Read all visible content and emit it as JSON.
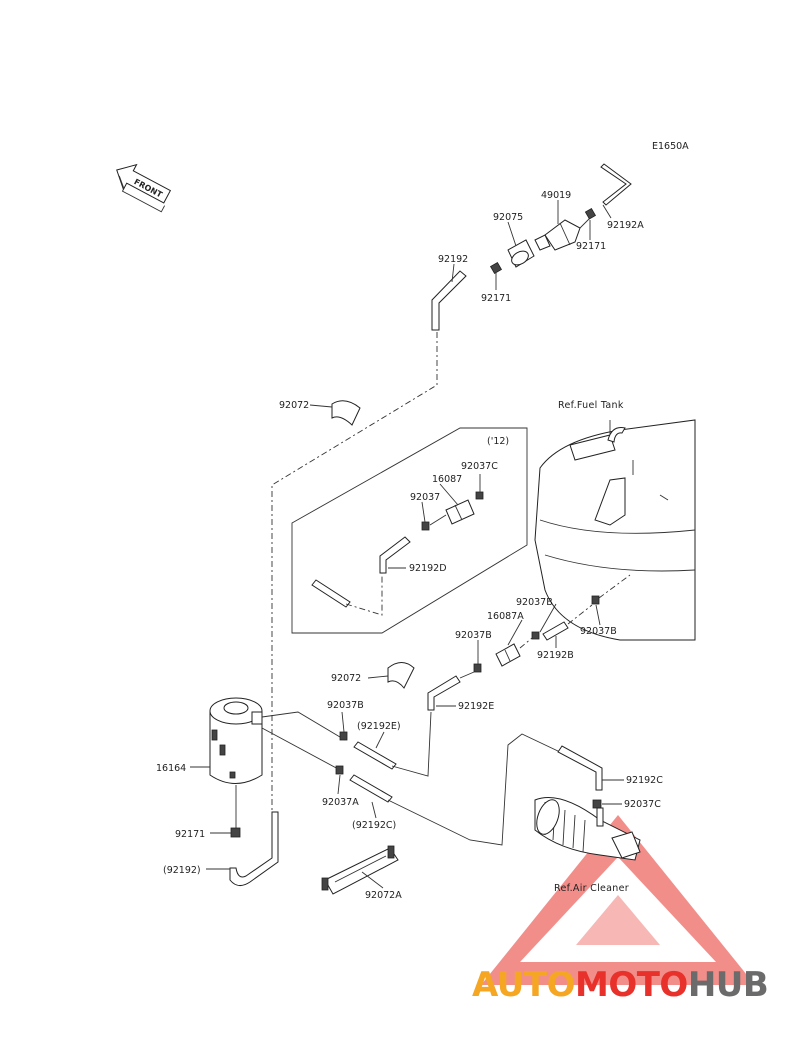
{
  "diagram": {
    "code": "E1650A",
    "front_label": "FRONT",
    "variant_label": "('12)",
    "ref_labels": {
      "fuel_tank": "Ref.Fuel Tank",
      "air_cleaner": "Ref.Air Cleaner"
    },
    "parts": {
      "p49019": "49019",
      "p92075": "92075",
      "p92192A": "92192A",
      "p92171_top_right": "92171",
      "p92192_top": "92192",
      "p92171_top": "92171",
      "p92072_upper": "92072",
      "p92037C_inset": "92037C",
      "p16087_inset": "16087",
      "p92037_inset": "92037",
      "p92192D": "92192D",
      "p92037B_a": "92037B",
      "p16087A": "16087A",
      "p92037B_b": "92037B",
      "p92037B_c": "92037B",
      "p92192B": "92192B",
      "p92072_lower": "92072",
      "p92192E": "92192E",
      "p92037B_d": "92037B",
      "p92192E_paren": "(92192E)",
      "p16164": "16164",
      "p92037A": "92037A",
      "p92192C_paren": "(92192C)",
      "p92192C": "92192C",
      "p92037C": "92037C",
      "p92171_bottom": "92171",
      "p92192_paren": "(92192)",
      "p92072A": "92072A"
    }
  },
  "watermark": {
    "part1": "AUTO",
    "part2": "MOTO",
    "part3": "HUB",
    "colors": {
      "orange": "#f5a623",
      "red": "#e8312a",
      "gray": "#6b6b6b"
    }
  }
}
